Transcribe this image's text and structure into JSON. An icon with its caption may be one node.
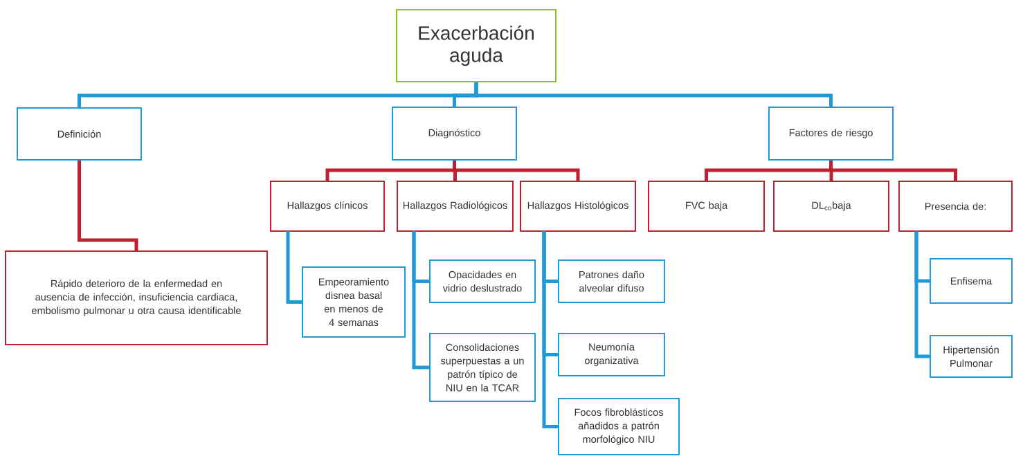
{
  "diagram": {
    "nodes": [
      {
        "text": [
          "Exacerbación aguda"
        ]
      },
      {
        "text": [
          "Definición"
        ]
      },
      {
        "text": [
          "Diagnóstico"
        ]
      },
      {
        "text": [
          "Factores de riesgo"
        ]
      },
      {
        "text": [
          "Rápido deterioro de la enfermedad en ausencia de infección, insuficiencia cardiaca, embolismo pulmonar u otra causa identificable"
        ]
      },
      {
        "text": [
          "Hallazgos clínicos"
        ]
      },
      {
        "text": [
          "Hallazgos Radiológicos"
        ]
      },
      {
        "text": [
          "Hallazgos Histológicos"
        ]
      },
      {
        "text": [
          "FVC baja"
        ]
      },
      {
        "text": [
          "DL$_{co}$baja"
        ]
      },
      {
        "text": [
          "Presencia de:"
        ]
      },
      {
        "text": [
          "Empeoramiento disnea basal en menos de 4 semanas"
        ]
      },
      {
        "text": [
          "Opacidades en vidrio deslustrado"
        ]
      },
      {
        "text": [
          "Consolidaciones superpuestas a un patrón típico de NIU en la TCAR"
        ]
      },
      {
        "text": [
          "Patrones daño alveolar difuso"
        ]
      },
      {
        "text": [
          "Neumonía organizativa"
        ]
      },
      {
        "text": [
          "Focos fibroblásticos añadidos a patrón morfológico NIU"
        ]
      },
      {
        "text": [
          "Enfisema"
        ]
      },
      {
        "text": [
          "Hipertensión Pulmonar"
        ]
      }
    ],
    "edges": [
      {
        "from": 0,
        "to": 1,
        "arrow": "none"
      },
      {
        "from": 0,
        "to": 2,
        "arrow": "none"
      },
      {
        "from": 0,
        "to": 3,
        "arrow": "none"
      },
      {
        "from": 1,
        "to": 4,
        "arrow": "none",
        "color": "#c0202f"
      },
      {
        "from": 2,
        "to": 5,
        "arrow": "none",
        "color": "#c0202f"
      },
      {
        "from": 2,
        "to": 6,
        "arrow": "none",
        "color": "#c0202f"
      },
      {
        "from": 2,
        "to": 7,
        "arrow": "none",
        "color": "#c0202f"
      },
      {
        "from": 3,
        "to": 8,
        "arrow": "none",
        "color": "#c0202f"
      },
      {
        "from": 3,
        "to": 9,
        "arrow": "none",
        "color": "#c0202f"
      },
      {
        "from": 3,
        "to": 10,
        "arrow": "none",
        "color": "#c0202f"
      },
      {
        "from": 5,
        "to": 11,
        "arrow": "none"
      },
      {
        "from": 6,
        "to": 12,
        "arrow": "none"
      },
      {
        "from": 6,
        "to": 13,
        "arrow": "none"
      },
      {
        "from": 7,
        "to": 14,
        "arrow": "none"
      },
      {
        "from": 7,
        "to": 15,
        "arrow": "none"
      },
      {
        "from": 7,
        "to": 16,
        "arrow": "none"
      },
      {
        "from": 10,
        "to": 17,
        "arrow": "none"
      },
      {
        "from": 10,
        "to": 18,
        "arrow": "none"
      }
    ]
  }
}
